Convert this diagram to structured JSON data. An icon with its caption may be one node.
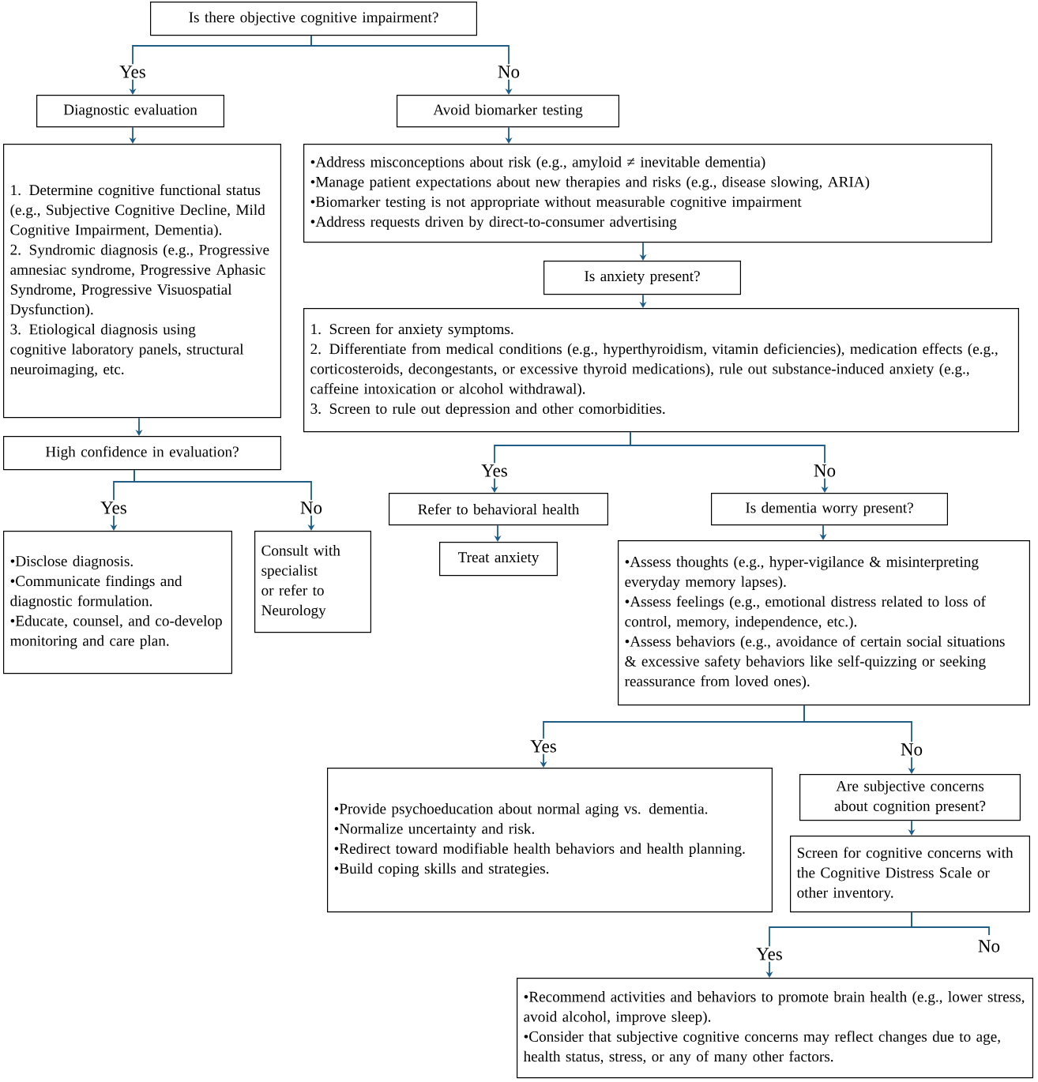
{
  "diagram": {
    "nodes": [
      {
        "text": [
          "Is there objective cognitive impairment?"
        ]
      },
      {
        "text": [
          "Diagnostic evaluation"
        ]
      },
      {
        "text": [
          "Avoid biomarker testing"
        ]
      },
      {
        "text": [
          "1. Determine cognitive functional status (e.g., Subjective Cognitive Decline, Mild Cognitive Impairment, Dementia).",
          "2. Syndromic diagnosis (e.g., Progressive amnesiac syndrome, Progressive Aphasic Syndrome, Progressive Visuospatial Dysfunction).",
          "3. Etiological diagnosis using cognitive laboratory panels, structural neuroimaging, etc."
        ]
      },
      {
        "text": [
          "•Address misconceptions about risk (e.g., amyloid ≠ inevitable dementia)",
          "•Manage patient expectations about new therapies and risks (e.g., disease slowing, ARIA)",
          "•Biomarker testing is not appropriate without measurable cognitive impairment",
          "•Address requests driven by direct-to-consumer advertising"
        ]
      },
      {
        "text": [
          "Is anxiety present?"
        ]
      },
      {
        "text": [
          "High confidence in evaluation?"
        ]
      },
      {
        "text": [
          "1. Screen for anxiety symptoms.",
          "2. Differentiate from medical conditions (e.g., hyperthyroidism, vitamin deficiencies), medication effects (e.g., corticosteroids, decongestants, or excessive thyroid medications), rule out substance-induced anxiety (e.g., caffeine intoxication or alcohol withdrawal).",
          "3. Screen to rule out depression and other comorbidities."
        ]
      },
      {
        "text": [
          "•Disclose diagnosis.",
          "•Communicate findings and diagnostic formulation.",
          "•Educate, counsel, and co-develop monitoring and care plan."
        ]
      },
      {
        "text": [
          "Consult with specialist or refer to Neurology"
        ]
      },
      {
        "text": [
          "Refer to behavioral health"
        ]
      },
      {
        "text": [
          "Is dementia worry present?"
        ]
      },
      {
        "text": [
          "Treat anxiety"
        ]
      },
      {
        "text": [
          "•Assess thoughts (e.g., hyper-vigilance & misinterpreting everyday memory lapses).",
          "•Assess feelings (e.g., emotional distress related to loss of control, memory, independence, etc.).",
          "•Assess behaviors (e.g., avoidance of certain social situations & excessive safety behaviors like self-quizzing or seeking reassurance from loved ones)."
        ]
      },
      {
        "text": [
          "•Provide psychoeducation about normal aging vs. dementia.",
          "•Normalize uncertainty and risk.",
          "•Redirect toward modifiable health behaviors and health planning.",
          "•Build coping skills and strategies."
        ]
      },
      {
        "text": [
          "Are subjective concerns about cognition present?"
        ]
      },
      {
        "text": [
          "Screen for cognitive concerns with the Cognitive Distress Scale or other inventory."
        ]
      },
      {
        "text": [
          "•Recommend activities and behaviors to promote brain health (e.g., lower stress, avoid alcohol, improve sleep).",
          "•Consider that subjective cognitive concerns may reflect changes due to age, health status, stress, or any of many other factors."
        ]
      }
    ],
    "edges": [
      {
        "from": 0,
        "to": 1,
        "arrow": "to",
        "label": "Yes"
      },
      {
        "from": 0,
        "to": 2,
        "arrow": "to",
        "label": "No"
      },
      {
        "from": 1,
        "to": 3,
        "arrow": "to"
      },
      {
        "from": 2,
        "to": 4,
        "arrow": "to"
      },
      {
        "from": 4,
        "to": 5,
        "arrow": "to"
      },
      {
        "from": 5,
        "to": 7,
        "arrow": "to"
      },
      {
        "from": 3,
        "to": 6,
        "arrow": "to"
      },
      {
        "from": 6,
        "to": 8,
        "arrow": "to",
        "label": "Yes"
      },
      {
        "from": 6,
        "to": 9,
        "arrow": "to",
        "label": "No"
      },
      {
        "from": 7,
        "to": 10,
        "arrow": "to",
        "label": "Yes"
      },
      {
        "from": 7,
        "to": 11,
        "arrow": "to",
        "label": "No"
      },
      {
        "from": 10,
        "to": 12,
        "arrow": "to"
      },
      {
        "from": 11,
        "to": 13,
        "arrow": "to"
      },
      {
        "from": 13,
        "to": 14,
        "arrow": "to",
        "label": "Yes"
      },
      {
        "from": 13,
        "to": 15,
        "arrow": "to",
        "label": "No"
      },
      {
        "from": 15,
        "to": 16,
        "arrow": "to"
      },
      {
        "from": 16,
        "to": 17,
        "arrow": "to",
        "label": "Yes"
      },
      {
        "from": 16,
        "to": null,
        "arrow": "none",
        "label": "No"
      }
    ]
  }
}
